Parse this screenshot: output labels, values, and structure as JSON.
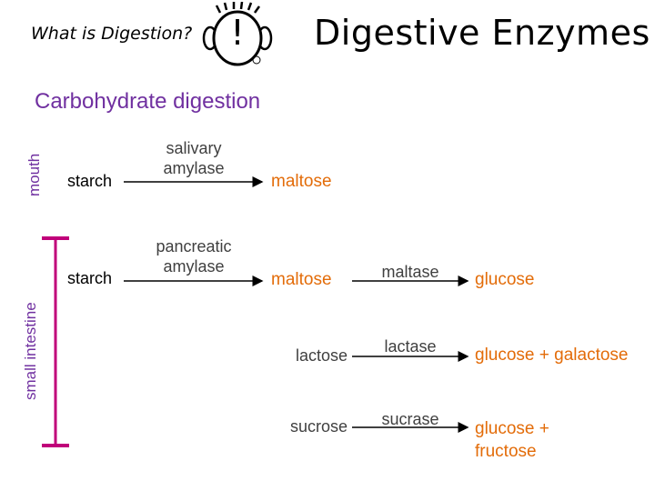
{
  "header": {
    "question_link": "What is Digestion?",
    "logo_glyph": "!",
    "title": "Digestive Enzymes"
  },
  "section_heading": "Carbohydrate digestion",
  "regions": {
    "mouth": "mouth",
    "small_intestine": "small intestine"
  },
  "reactions": {
    "mouth_row": {
      "substrate": "starch",
      "enzyme_line1": "salivary",
      "enzyme_line2": "amylase",
      "product": "maltose"
    },
    "intestine_row": {
      "substrate": "starch",
      "enzyme_line1": "pancreatic",
      "enzyme_line2": "amylase",
      "product": "maltose"
    },
    "maltose_row": {
      "enzyme": "maltase",
      "product": "glucose"
    },
    "lactose_row": {
      "substrate": "lactose",
      "enzyme": "lactase",
      "product": "glucose + galactose"
    },
    "sucrose_row": {
      "substrate": "sucrose",
      "enzyme": "sucrase",
      "product_line1": "glucose +",
      "product_line2": "fructose"
    }
  },
  "colors": {
    "accent": "#7030a0",
    "product": "#e36c09",
    "enzyme": "#404040",
    "bar": "#c0007a"
  }
}
